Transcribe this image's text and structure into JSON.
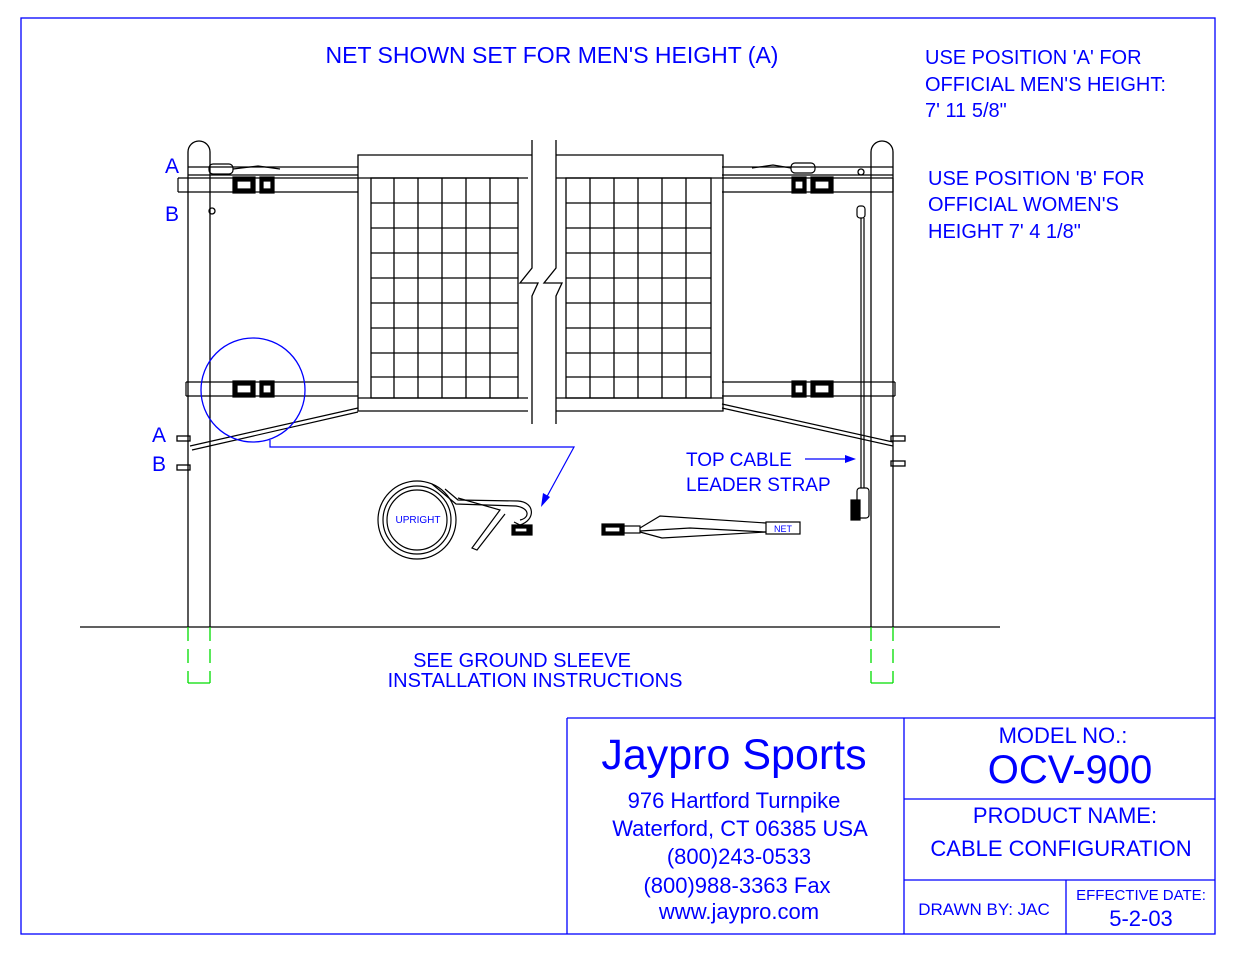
{
  "colors": {
    "annotation": "#0000ff",
    "line": "#000000",
    "ground_sleeve": "#00dd00",
    "background": "#ffffff"
  },
  "notes": {
    "headline": "NET SHOWN SET FOR MEN'S HEIGHT (A)",
    "position_a": [
      "USE POSITION 'A' FOR",
      "OFFICIAL MEN'S HEIGHT:",
      "7' 11 5/8\""
    ],
    "position_b": [
      "USE POSITION 'B' FOR",
      "OFFICIAL WOMEN'S",
      "HEIGHT 7' 4 1/8\""
    ],
    "ground_sleeve": [
      "SEE GROUND SLEEVE",
      "INSTALLATION INSTRUCTIONS"
    ],
    "leader_strap": [
      "TOP CABLE",
      "LEADER STRAP"
    ]
  },
  "markers": {
    "top_a": "A",
    "top_b": "B",
    "bottom_a": "A",
    "bottom_b": "B"
  },
  "detail": {
    "upright_label": "UPRIGHT",
    "net_label": "NET"
  },
  "title_block": {
    "company": "Jaypro Sports",
    "address_lines": [
      "976 Hartford Turnpike",
      "Waterford, CT 06385 USA",
      "(800)243-0533",
      "(800)988-3363 Fax",
      "www.jaypro.com"
    ],
    "model_label": "MODEL NO.:",
    "model_value": "OCV-900",
    "product_label": "PRODUCT NAME:",
    "product_value": "CABLE CONFIGURATION",
    "drawn_by": "DRAWN BY: JAC",
    "effective_label": "EFFECTIVE DATE:",
    "effective_value": "5-2-03"
  }
}
